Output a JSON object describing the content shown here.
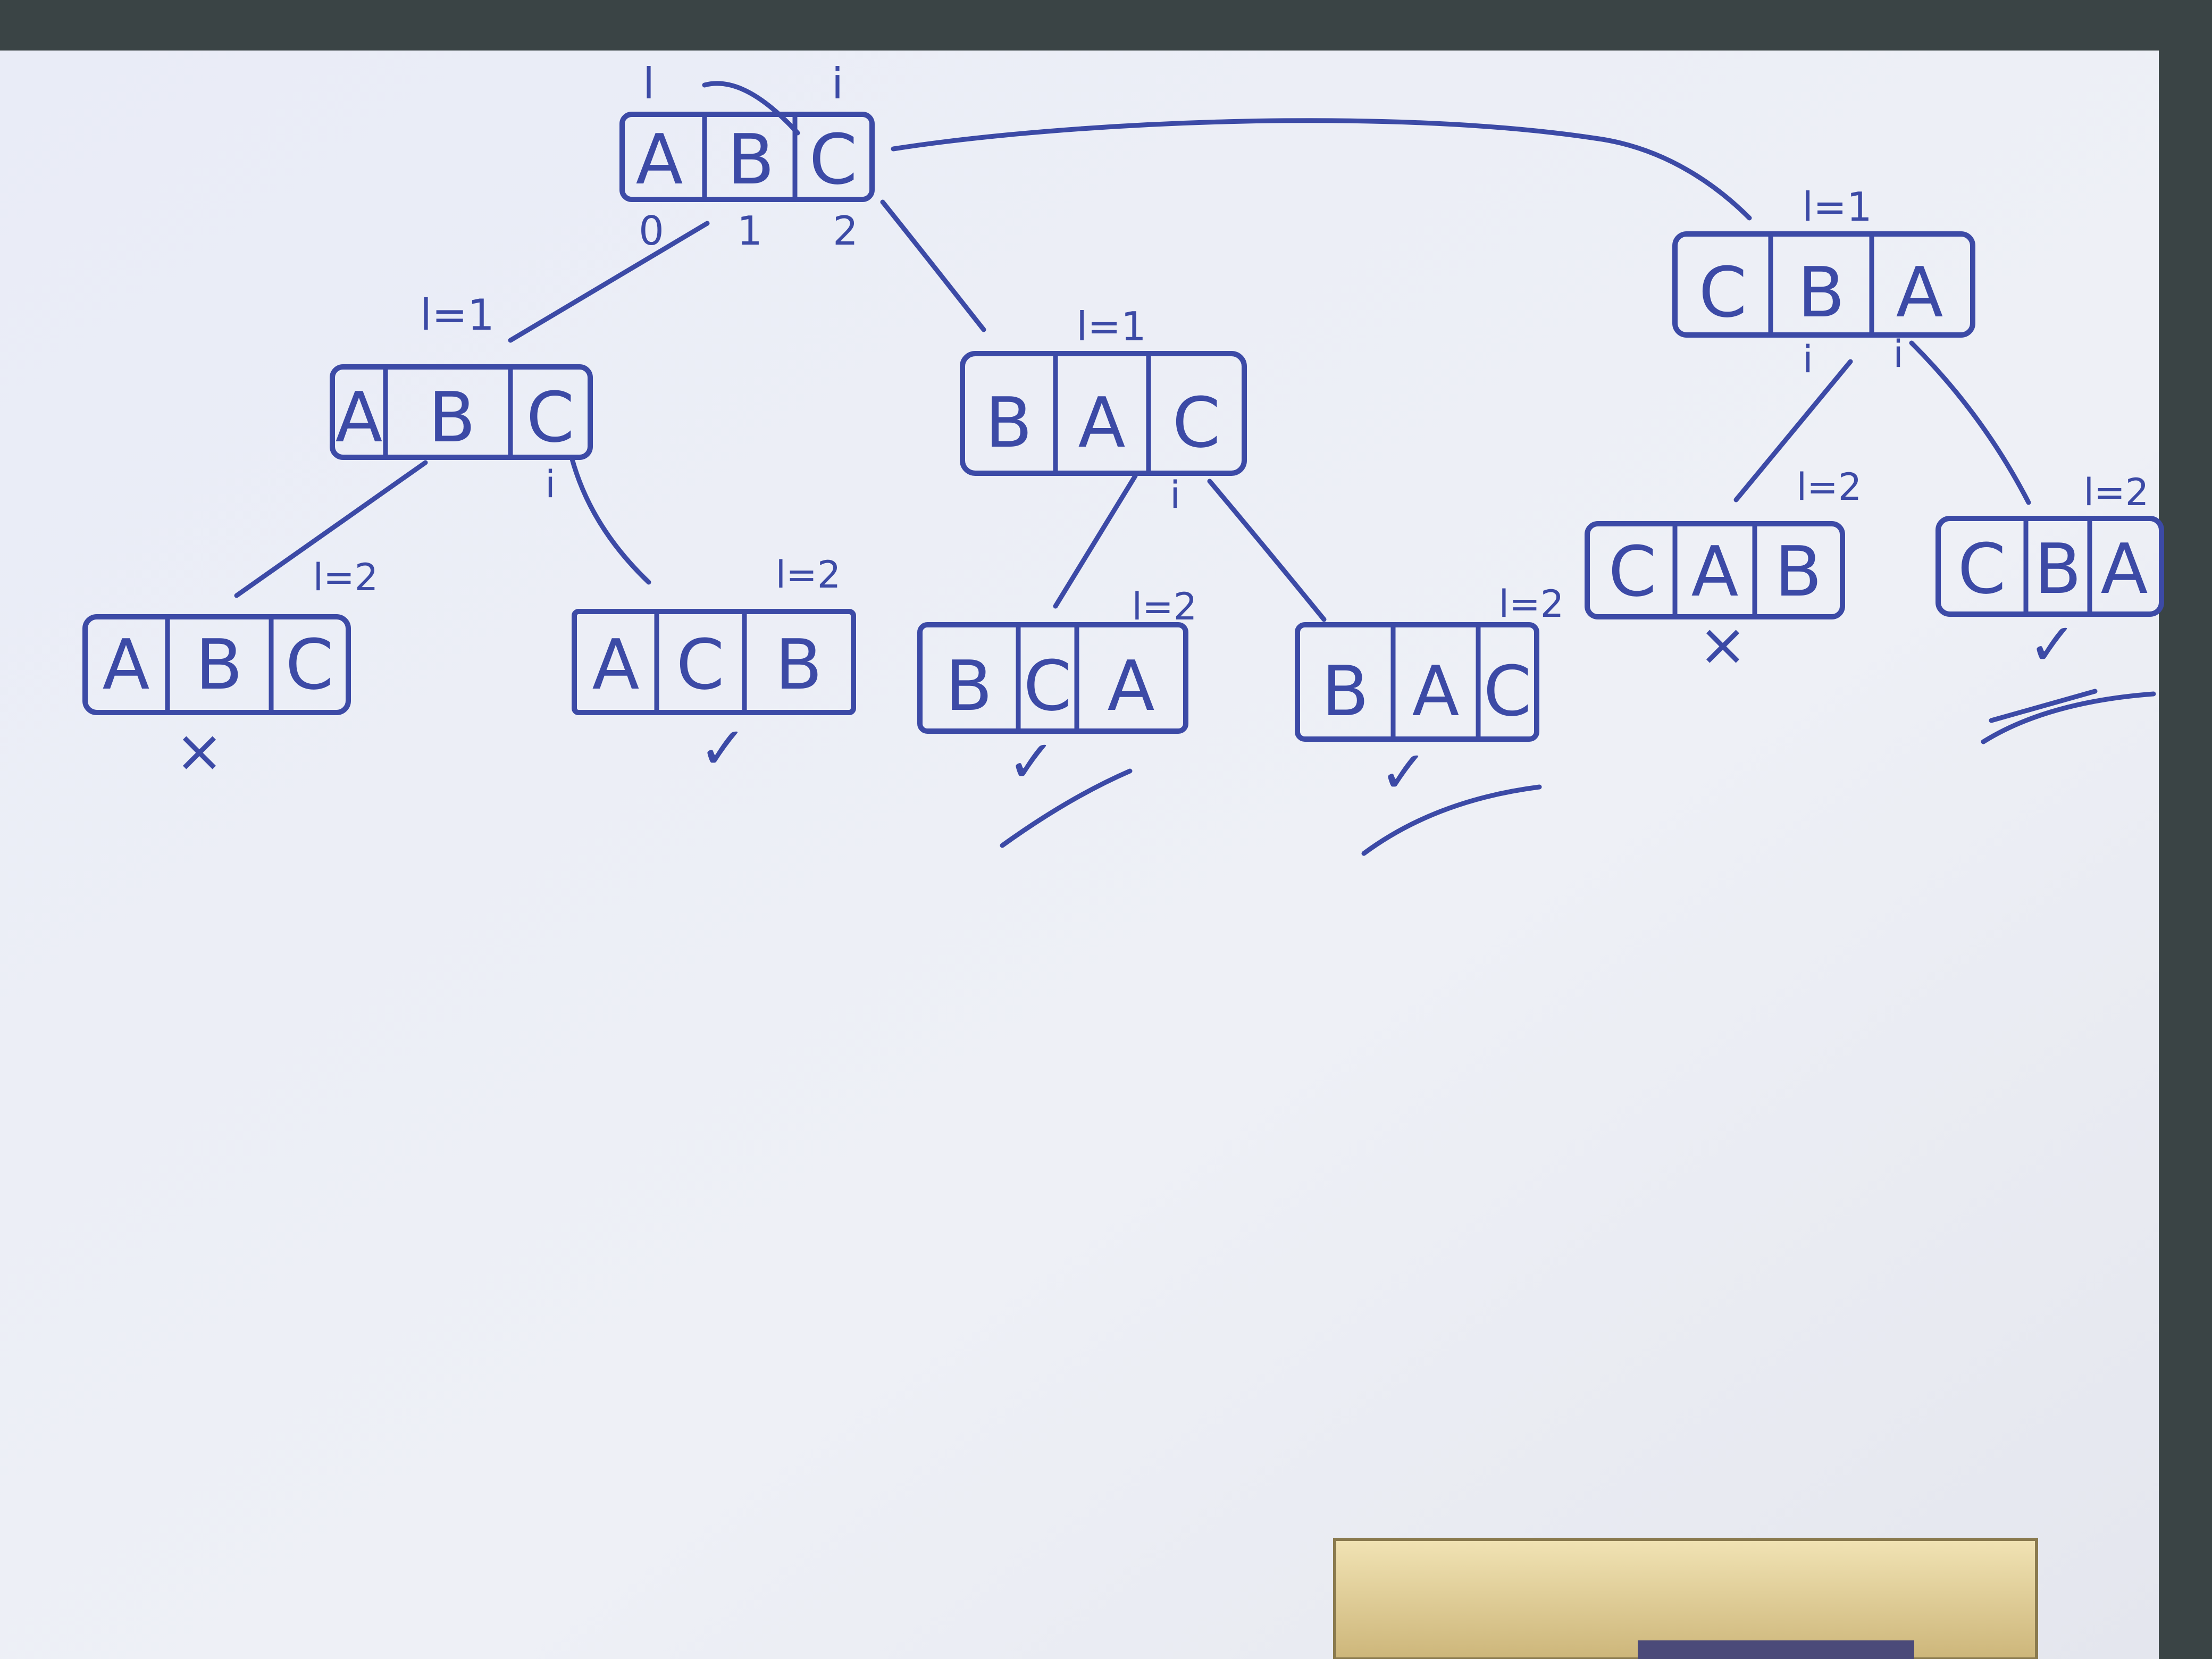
{
  "root": {
    "cells": [
      "A",
      "B",
      "C"
    ],
    "top_labels": [
      "l",
      "i"
    ],
    "index_labels": [
      "0",
      "1",
      "2"
    ]
  },
  "level1": [
    {
      "label": "l=1",
      "cells": [
        "A",
        "B",
        "C"
      ],
      "i_mark": "i"
    },
    {
      "label": "l=1",
      "cells": [
        "B",
        "A",
        "C"
      ],
      "i_mark": "i"
    },
    {
      "label": "l=1",
      "cells": [
        "C",
        "B",
        "A"
      ],
      "i_marks": [
        "i",
        "i"
      ]
    }
  ],
  "level2": [
    {
      "label": "l=2",
      "cells": [
        "A",
        "B",
        "C"
      ],
      "result": "×"
    },
    {
      "label": "l=2",
      "cells": [
        "A",
        "C",
        "B"
      ],
      "result": "✓"
    },
    {
      "label": "l=2",
      "cells": [
        "B",
        "C",
        "A"
      ],
      "result": "✓"
    },
    {
      "label": "l=2",
      "cells": [
        "B",
        "A",
        "C"
      ],
      "result": "✓"
    },
    {
      "label": "l=2",
      "cells": [
        "C",
        "A",
        "B"
      ],
      "result": "×"
    },
    {
      "label": "l=2",
      "cells": [
        "C",
        "B",
        "A"
      ],
      "result": "✓"
    }
  ],
  "colors": {
    "board": "#eceef6",
    "ink": "#3c4aa6",
    "frame": "#2f3a3b",
    "eraser": "#d8c48a"
  }
}
